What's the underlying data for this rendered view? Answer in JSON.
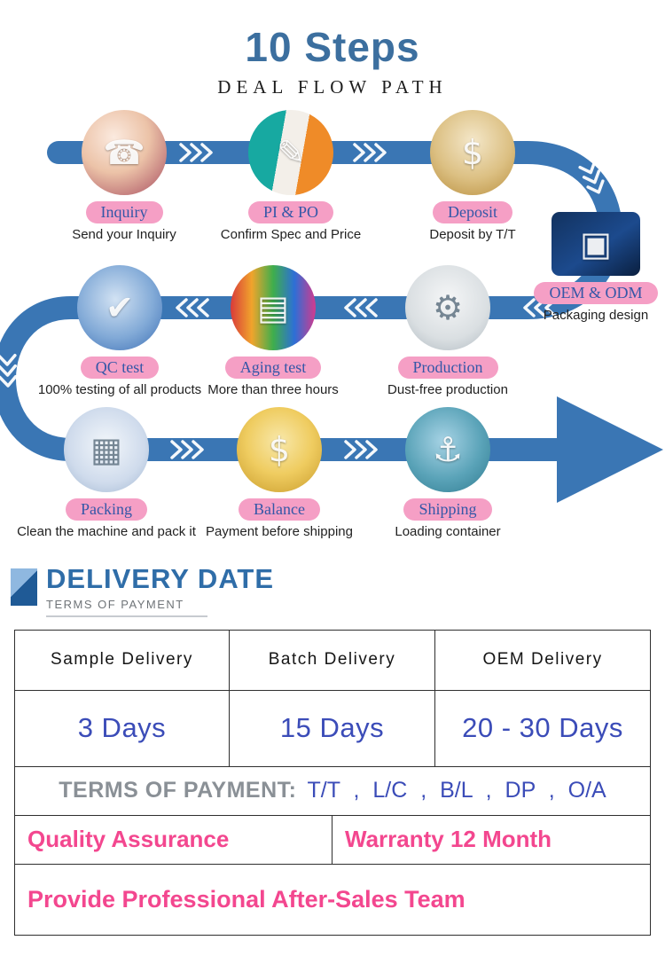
{
  "palette": {
    "title_blue": "#3c6f9f",
    "path_blue": "#3a76b4",
    "pill_pink": "#f59fc5",
    "pill_text": "#3457a7",
    "value_blue": "#3b4cb8",
    "accent_pink": "#f3478f",
    "gray_label": "#8a9096",
    "table_border": "#2f2f2f"
  },
  "header": {
    "title": "10 Steps",
    "subtitle": "DEAL FLOW PATH"
  },
  "steps": [
    {
      "id": "inquiry",
      "label": "Inquiry",
      "desc": "Send your Inquiry",
      "glyph": "☎"
    },
    {
      "id": "pi-po",
      "label": "PI & PO",
      "desc": "Confirm Spec and Price",
      "glyph": "✎"
    },
    {
      "id": "deposit",
      "label": "Deposit",
      "desc": "Deposit by T/T",
      "glyph": "$"
    },
    {
      "id": "oem-odm",
      "label": "OEM & ODM",
      "desc": "Packaging design",
      "glyph": "▣"
    },
    {
      "id": "production",
      "label": "Production",
      "desc": "Dust-free production",
      "glyph": "⚙"
    },
    {
      "id": "aging-test",
      "label": "Aging test",
      "desc": "More than three hours",
      "glyph": "▤"
    },
    {
      "id": "qc-test",
      "label": "QC test",
      "desc": "100% testing of all products",
      "glyph": "✔"
    },
    {
      "id": "packing",
      "label": "Packing",
      "desc": "Clean the machine and pack it",
      "glyph": "▦"
    },
    {
      "id": "balance",
      "label": "Balance",
      "desc": "Payment before shipping",
      "glyph": "$"
    },
    {
      "id": "shipping",
      "label": "Shipping",
      "desc": "Loading container",
      "glyph": "⚓"
    }
  ],
  "delivery": {
    "title": "DELIVERY DATE",
    "subtitle": "TERMS OF PAYMENT"
  },
  "table": {
    "headers": [
      "Sample Delivery",
      "Batch Delivery",
      "OEM Delivery"
    ],
    "values": [
      "3 Days",
      "15 Days",
      "20 - 30 Days"
    ],
    "terms_label": "TERMS OF PAYMENT:",
    "terms_value": "T/T , L/C , B/L , DP , O/A",
    "quality": "Quality Assurance",
    "warranty": "Warranty 12 Month",
    "aftersales": "Provide Professional After-Sales Team"
  }
}
